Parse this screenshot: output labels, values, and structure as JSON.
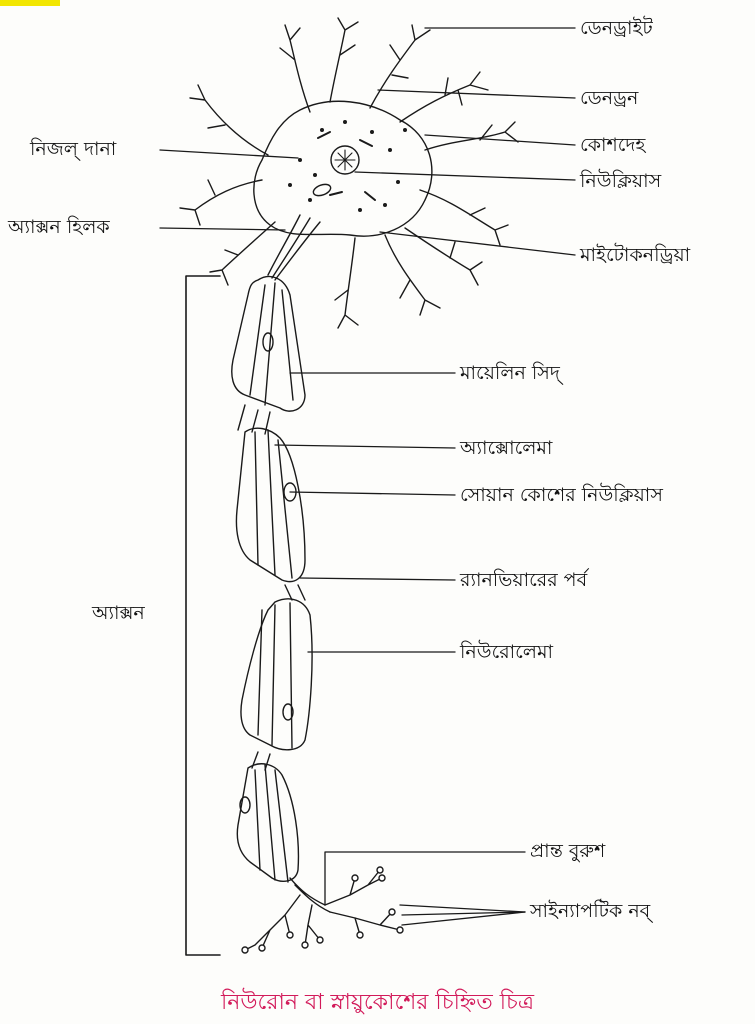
{
  "labels": {
    "dendrite": "ডেনড্রাইট",
    "dendron": "ডেনড্রন",
    "cell_body": "কোশদেহ",
    "nucleus": "নিউক্লিয়াস",
    "nissl_granule": "নিজল্ দানা",
    "axon_hillock": "অ্যাক্সন হিলক",
    "mitochondria": "মাইটোকনড্রিয়া",
    "myelin_sheath": "মায়েলিন সিদ্",
    "axolemma": "অ্যাক্সোলেমা",
    "schwann_nucleus": "সোয়ান কোশের নিউক্লিয়াস",
    "node_of_ranvier": "র‍্যানভিয়ারের পর্ব",
    "neurolemma": "নিউরোলেমা",
    "axon": "অ্যাক্সন",
    "end_brush": "প্রান্ত বুরুশ",
    "synaptic_knob": "সাইন্যাপটিক নব্"
  },
  "caption": "নিউরোন বা স্নায়ুকোশের চিহ্নিত চিত্র",
  "colors": {
    "line": "#1a1a1a",
    "caption": "#d21a5a",
    "highlight": "#f2e600"
  }
}
